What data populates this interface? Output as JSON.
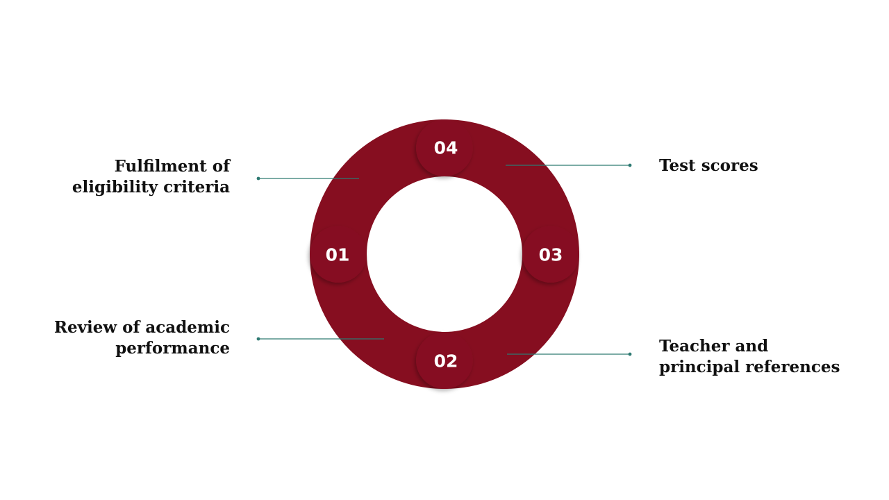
{
  "colors": {
    "ring": "#860e20",
    "connector": "#2e7a72",
    "text": "#111111",
    "number_text": "#ffffff"
  },
  "steps": [
    {
      "number": "01",
      "label_line1": "Fulfilment of",
      "label_line2": "eligibility criteria"
    },
    {
      "number": "02",
      "label_line1": "Review of academic",
      "label_line2": "performance"
    },
    {
      "number": "03",
      "label_line1": "Teacher and",
      "label_line2": "principal references"
    },
    {
      "number": "04",
      "label_line1": "Test scores",
      "label_line2": ""
    }
  ]
}
